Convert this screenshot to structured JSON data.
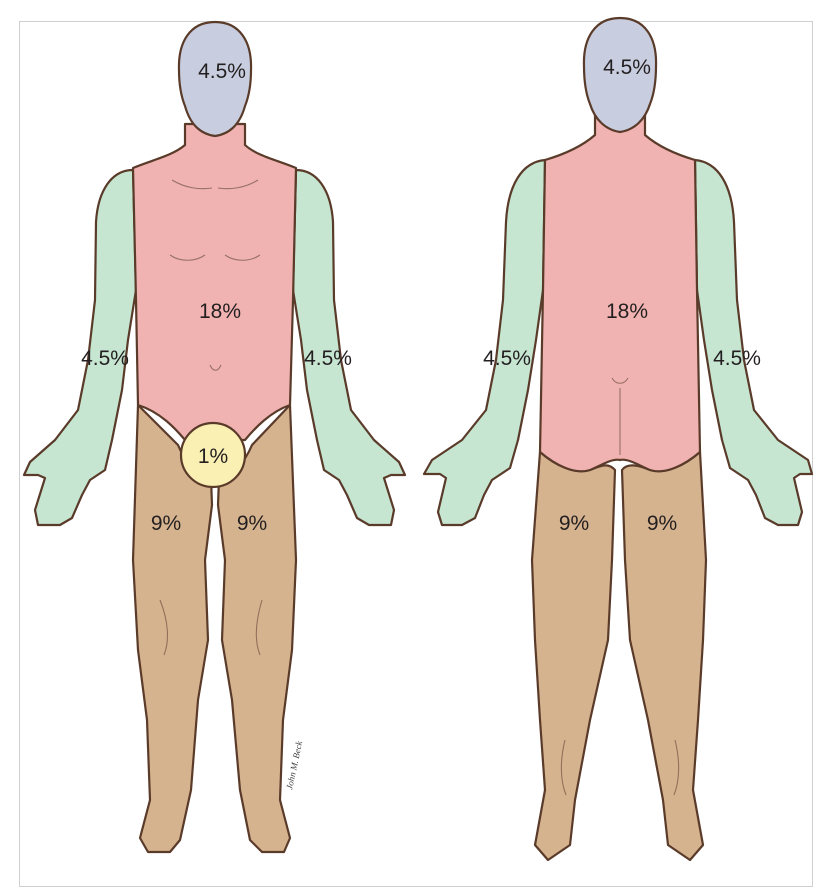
{
  "colors": {
    "head": "#c8cedf",
    "trunk": "#f0b3b1",
    "arm": "#c6e6d2",
    "leg": "#d6b38f",
    "genitals": "#fbf0b4",
    "outline": "#5a3b2a"
  },
  "front": {
    "head": "4.5%",
    "trunk": "18%",
    "right_arm": "4.5%",
    "left_arm": "4.5%",
    "genitals": "1%",
    "right_leg": "9%",
    "left_leg": "9%"
  },
  "back": {
    "head": "4.5%",
    "trunk": "18%",
    "left_arm": "4.5%",
    "right_arm": "4.5%",
    "left_leg": "9%",
    "right_leg": "9%"
  },
  "signature": "John M. Beck"
}
